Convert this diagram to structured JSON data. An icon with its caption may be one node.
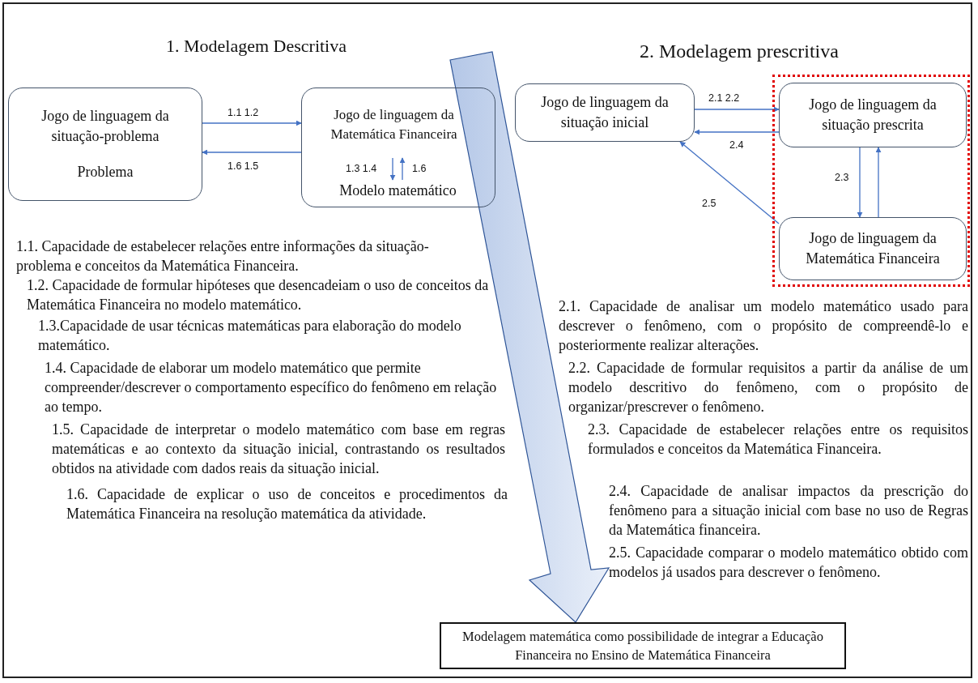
{
  "diagram": {
    "nodes": [
      {
        "text": [
          "Jogo de linguagem da situação-problema",
          "Problema"
        ]
      },
      {
        "text": [],
        "shape": "box"
      },
      {
        "text": [
          "Jogo de linguagem da Matemática Financeira"
        ],
        "in": 1
      },
      {
        "text": [
          "Modelo matemático"
        ],
        "in": 1
      },
      {
        "text": [
          "Jogo de linguagem da situação inicial"
        ]
      },
      {
        "text": [],
        "shape": "box"
      },
      {
        "text": [
          "Jogo de linguagem da situação prescrita"
        ],
        "in": 5
      },
      {
        "text": [
          "Jogo de linguagem da Matemática Financeira"
        ],
        "in": 5
      },
      {
        "text": [
          "Modelagem matemática como possibilidade de integrar a Educação Financeira no Ensino de Matemática Financeira"
        ]
      }
    ],
    "edges": [
      {
        "from": 0,
        "to": 1,
        "arrow": "to",
        "label": "1.1 1.2"
      },
      {
        "from": 1,
        "to": 0,
        "arrow": "to",
        "label": "1.6 1.5"
      },
      {
        "from": 2,
        "to": 3,
        "arrow": "to",
        "label": "1.3 1.4"
      },
      {
        "from": 3,
        "to": 2,
        "arrow": "to",
        "label": "1.6"
      },
      {
        "from": 4,
        "to": 6,
        "arrow": "to",
        "label": "2.1 2.2"
      },
      {
        "from": 6,
        "to": 4,
        "arrow": "to",
        "label": "2.4"
      },
      {
        "from": 6,
        "to": 7,
        "arrow": "to",
        "label": "2.3"
      },
      {
        "from": 7,
        "to": 6,
        "arrow": "to"
      },
      {
        "from": 7,
        "to": 4,
        "arrow": "to",
        "label": "2.5"
      },
      {
        "from": null,
        "to": 8,
        "arrow": "to",
        "style": "thick",
        "color": "#b4c7e7"
      }
    ],
    "labels": [
      "1. Modelagem Descritiva",
      "2. Modelagem prescritiva",
      "1.1. Capacidade de estabelecer relações entre informações da situação-problema e conceitos da Matemática Financeira.",
      "1.2. Capacidade de formular hipóteses que desencadeiam o uso de conceitos da Matemática Financeira no modelo matemático.",
      "1.3.Capacidade de usar técnicas matemáticas para elaboração do modelo matemático.",
      "1.4. Capacidade de elaborar um modelo matemático que permite compreender/descrever o comportamento específico do fenômeno em relação ao tempo.",
      "1.5. Capacidade de interpretar o modelo matemático com base em regras matemáticas e ao contexto da situação inicial, contrastando os resultados obtidos na atividade com dados reais da situação inicial.",
      "1.6. Capacidade de explicar o uso de conceitos e procedimentos da Matemática Financeira na resolução matemática da atividade.",
      "2.1. Capacidade de analisar um modelo matemático usado para descrever o fenômeno, com o propósito de compreendê-lo e posteriormente realizar alterações.",
      "2.2. Capacidade de formular requisitos a partir da análise de um modelo descritivo do fenômeno, com o propósito de organizar/prescrever o fenômeno.",
      "2.3. Capacidade de estabelecer relações entre os requisitos formulados e conceitos da Matemática Financeira.",
      "2.4. Capacidade de analisar impactos da prescrição do fenômeno para a situação inicial com base no uso de Regras da Matemática financeira.",
      "2.5. Capacidade comparar o modelo matemático obtido com modelos já usados para descrever o fenômeno."
    ]
  }
}
